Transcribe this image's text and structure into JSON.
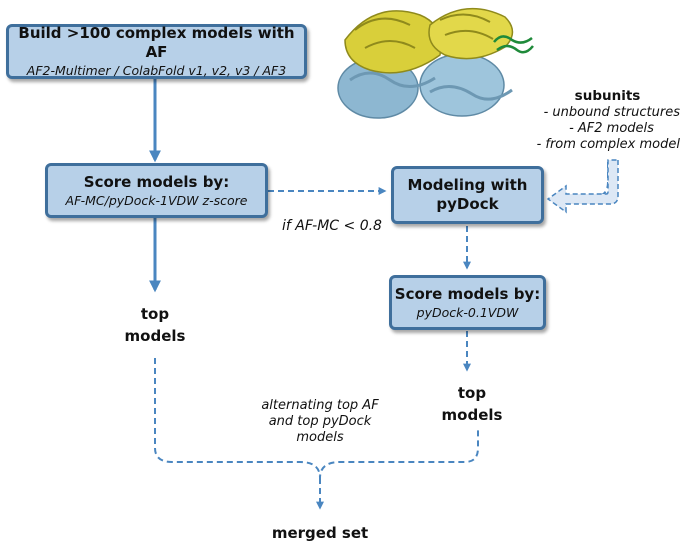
{
  "boxes": {
    "build": {
      "title": "Build >100 complex models with AF",
      "subtitle": "AF2-Multimer / ColabFold v1, v2, v3 / AF3"
    },
    "score_af": {
      "title": "Score models by:",
      "subtitle": "AF-MC/pyDock-1VDW z-score"
    },
    "modeling": {
      "title_line1": "Modeling with",
      "title_line2": "pyDock"
    },
    "score_pydock": {
      "title": "Score models by:",
      "subtitle": "pyDock-0.1VDW"
    }
  },
  "labels": {
    "condition": "if AF-MC < 0.8",
    "top_left_line1": "top",
    "top_left_line2": "models",
    "top_right_line1": "top",
    "top_right_line2": "models",
    "alternating_line1": "alternating top AF",
    "alternating_line2": "and top pyDock",
    "alternating_line3": "models",
    "merged": "merged set"
  },
  "subunits": {
    "title": "subunits",
    "items": [
      "- unbound structures",
      "- AF2 models",
      "- from complex model"
    ]
  },
  "colors": {
    "box_fill": "#b7d0e8",
    "box_border": "#3f6f9c",
    "arrow": "#4a86c0",
    "chain_yellow": "#d9cf3a",
    "chain_blue": "#8db7d1",
    "chain_green": "#1f8a3a"
  }
}
